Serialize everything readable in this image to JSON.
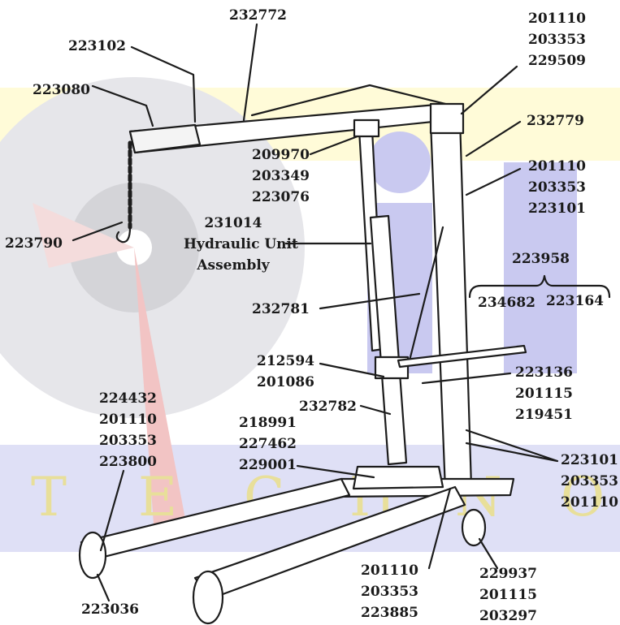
{
  "watermark": {
    "letters": [
      "T",
      "E",
      "C",
      "H",
      "N",
      "O"
    ],
    "colors": {
      "yellow_band": "#fffbd8",
      "blue_band": "#dfe0f6",
      "disc": "#cfcfd3",
      "brand_red": "#d44c4c",
      "brand_blue": "#3b3bbd"
    }
  },
  "labels": {
    "p232772": "232772",
    "p223102": "223102",
    "p223080": "223080",
    "p223790": "223790",
    "group_top_right": [
      "201110",
      "203353",
      "229509"
    ],
    "p232779": "232779",
    "group_mast_right": [
      "201110",
      "203353",
      "223101"
    ],
    "group_boom_bracket": [
      "209970",
      "203349",
      "223076"
    ],
    "hydraulic_unit": [
      "231014",
      "Hydraulic Unit",
      "Assembly"
    ],
    "p223958": "223958",
    "p234682": "234682",
    "p223164": "223164",
    "p232781": "232781",
    "group_pump": [
      "212594",
      "201086"
    ],
    "group_handle_socket": [
      "223136",
      "201115",
      "219451"
    ],
    "p232782": "232782",
    "group_left_leg": [
      "224432",
      "201110",
      "203353",
      "223800"
    ],
    "group_base_center": [
      "218991",
      "227462",
      "229001"
    ],
    "group_right_base": [
      "223101",
      "203353",
      "201110"
    ],
    "p223036": "223036",
    "group_front_wheel": [
      "201110",
      "203353",
      "223885"
    ],
    "group_rear_wheel": [
      "229937",
      "201115",
      "203297"
    ]
  }
}
